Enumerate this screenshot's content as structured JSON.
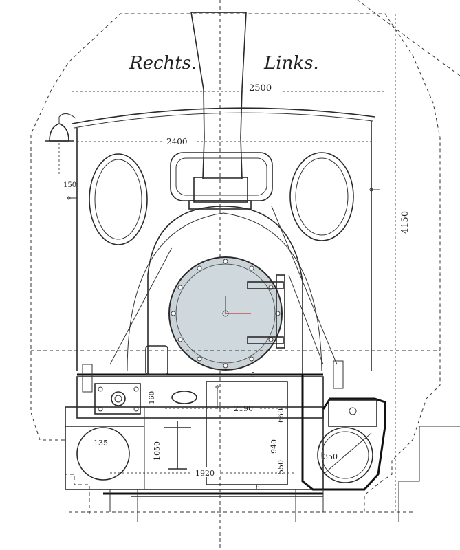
{
  "labels": {
    "right_side": "Rechts.",
    "left_side": "Links."
  },
  "dimensions": {
    "overall_width": "2500",
    "cab_width": "2400",
    "overall_height": "4150",
    "bell_offset": "150",
    "buffer_beam_height": "160",
    "frame_width": "2190",
    "tank_height": "660",
    "tank_depth": "940",
    "lower_depth": "550",
    "buffer_diameter": "135",
    "axle_height": "1050",
    "track_width": "1920",
    "cylinder_radius": "350",
    "small_offset_a": "5",
    "small_offset_b": "8"
  },
  "colors": {
    "smokebox_door_fill": "#c9d3d8",
    "ink": "#2a2a2a",
    "paper": "#ffffff"
  }
}
